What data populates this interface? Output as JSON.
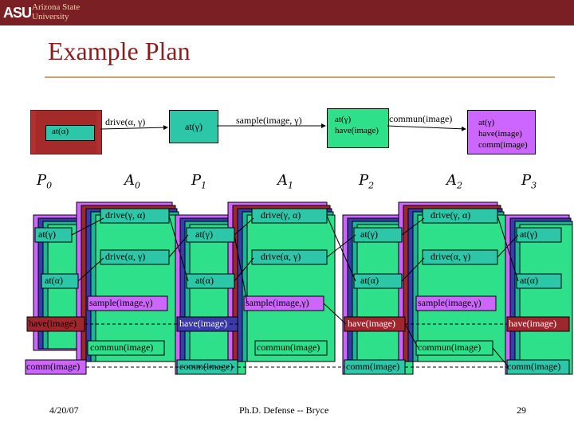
{
  "header": {
    "logo_text": "ASU",
    "university_line1": "Arizona State",
    "university_line2": "University",
    "slide_title": "Example Plan"
  },
  "top_plan": {
    "states": [
      {
        "label": "at(α)"
      },
      {
        "label": "at(γ)"
      },
      {
        "label_line1": "at(γ)",
        "label_line2": "have(image)"
      },
      {
        "label_line1": "at(γ)",
        "label_line2": "have(image)",
        "label_line3": "comm(image)"
      }
    ],
    "actions": [
      "drive(α, γ)",
      "sample(image, γ)",
      "commun(image)"
    ],
    "plan_labels": [
      "P",
      "A",
      "P",
      "A",
      "P",
      "A",
      "P"
    ],
    "plan_subscripts": [
      "0",
      "0",
      "1",
      "1",
      "2",
      "2",
      "3"
    ]
  },
  "graph": {
    "prop_labels": [
      "at(γ)",
      "at(α)",
      "have(image)",
      "comm(image)"
    ],
    "action_labels": [
      "drive(γ, α)",
      "drive(α, γ)",
      "sample(image,γ)",
      "commun(image)"
    ]
  },
  "footer": {
    "date": "4/20/07",
    "center": "Ph.D. Defense -- Bryce",
    "page": "29"
  },
  "colors": {
    "brand": "#7a1f24",
    "title": "#8b1d1d",
    "purple": "#cc66ff",
    "teal": "#14b89a",
    "green": "#2ee08a",
    "maroon": "#a0262e",
    "navy": "#2a2a8a",
    "blue": "#3a3aa8"
  }
}
